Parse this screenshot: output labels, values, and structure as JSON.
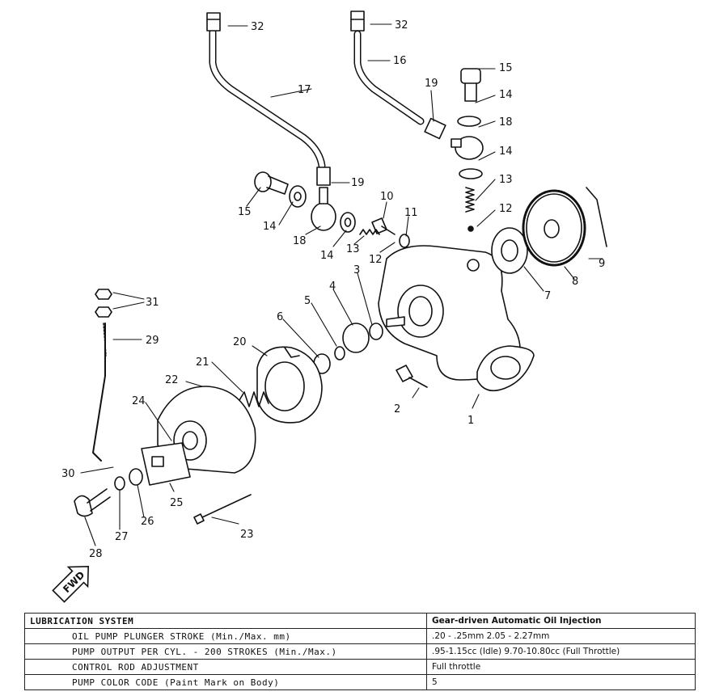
{
  "parts": [
    {
      "n": "1"
    },
    {
      "n": "2"
    },
    {
      "n": "3"
    },
    {
      "n": "4"
    },
    {
      "n": "5"
    },
    {
      "n": "6"
    },
    {
      "n": "7"
    },
    {
      "n": "8"
    },
    {
      "n": "9"
    },
    {
      "n": "10"
    },
    {
      "n": "11"
    },
    {
      "n": "12"
    },
    {
      "n": "12"
    },
    {
      "n": "13"
    },
    {
      "n": "13"
    },
    {
      "n": "14"
    },
    {
      "n": "14"
    },
    {
      "n": "14"
    },
    {
      "n": "14"
    },
    {
      "n": "15"
    },
    {
      "n": "15"
    },
    {
      "n": "16"
    },
    {
      "n": "17"
    },
    {
      "n": "18"
    },
    {
      "n": "18"
    },
    {
      "n": "19"
    },
    {
      "n": "19"
    },
    {
      "n": "20"
    },
    {
      "n": "21"
    },
    {
      "n": "22"
    },
    {
      "n": "23"
    },
    {
      "n": "24"
    },
    {
      "n": "25"
    },
    {
      "n": "26"
    },
    {
      "n": "27"
    },
    {
      "n": "28"
    },
    {
      "n": "29"
    },
    {
      "n": "30"
    },
    {
      "n": "31"
    },
    {
      "n": "32"
    },
    {
      "n": "32"
    }
  ],
  "fwd_label": "FWD",
  "table": {
    "title": "LUBRICATION SYSTEM",
    "title_value": "Gear-driven Automatic Oil Injection",
    "rows": [
      {
        "label": "OIL PUMP PLUNGER STROKE (Min./Max. mm)",
        "value": ".20 - .25mm          2.05 - 2.27mm"
      },
      {
        "label": "PUMP OUTPUT PER CYL. - 200 STROKES (Min./Max.)",
        "value": ".95-1.15cc (Idle) 9.70-10.80cc (Full Throttle)"
      },
      {
        "label": "CONTROL ROD ADJUSTMENT",
        "value": "Full throttle"
      },
      {
        "label": "PUMP COLOR CODE (Paint Mark on Body)",
        "value": "5"
      }
    ]
  }
}
